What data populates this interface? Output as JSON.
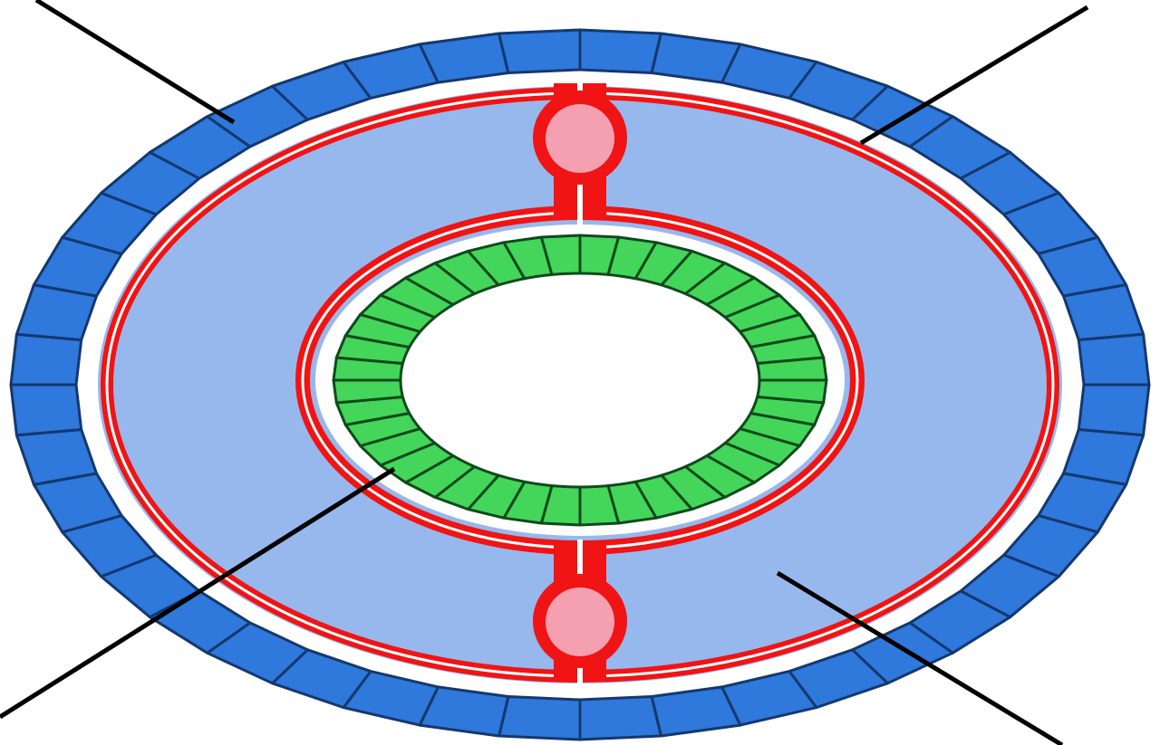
{
  "diagram": {
    "description_labels": [],
    "colors": {
      "background": "#ffffff",
      "outer_segments": "#2f78dc",
      "segment_outline": "#14386e",
      "interior_fill": "#96b8ec",
      "membrane": "#f01414",
      "membrane_gap": "#ffffff",
      "junction_dot": "#f4a0b0",
      "inner_segments": "#44d65a",
      "inner_outline": "#0f4a1c",
      "leader_lines": "#000000"
    },
    "outer_ring_segment_count": 44,
    "inner_ring_segment_count": 40,
    "leader_lines": [
      {
        "name": "leader-line-top-left"
      },
      {
        "name": "leader-line-top-right"
      },
      {
        "name": "leader-line-bottom-left"
      },
      {
        "name": "leader-line-bottom-right"
      }
    ]
  }
}
